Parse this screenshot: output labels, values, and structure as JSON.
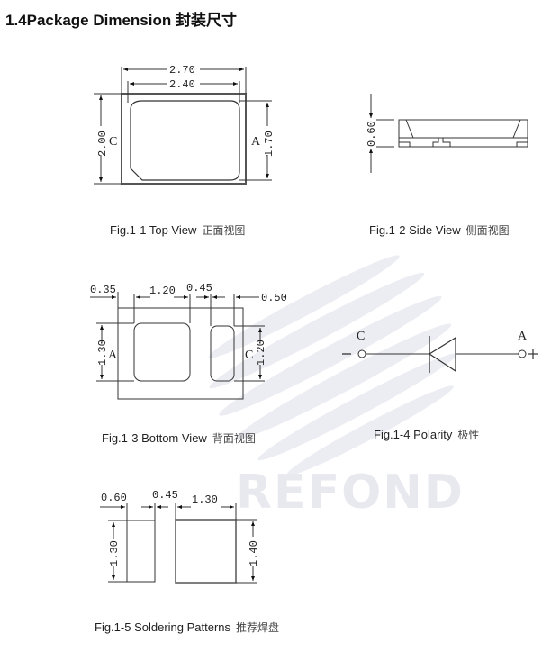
{
  "title": "1.4Package Dimension 封装尺寸",
  "watermark": {
    "text": "REFOND",
    "color": "#e6e6ee"
  },
  "figures": [
    {
      "id": "fig-1-1",
      "caption_en": "Fig.1-1 Top View",
      "caption_cn": "正面视图",
      "dimensions": {
        "outer_width": "2.70",
        "inner_width": "2.40",
        "outer_height": "2.00",
        "inner_height": "1.70"
      },
      "labels": {
        "left": "C",
        "right": "A"
      }
    },
    {
      "id": "fig-1-2",
      "caption_en": "Fig.1-2 Side View",
      "caption_cn": "侧面视图",
      "dimensions": {
        "height": "0.60"
      }
    },
    {
      "id": "fig-1-3",
      "caption_en": "Fig.1-3 Bottom View",
      "caption_cn": "背面视图",
      "dimensions": {
        "left_margin": "0.35",
        "pad_a_width": "1.20",
        "gap": "0.45",
        "right_margin": "0.50",
        "pad_a_height": "1.30",
        "pad_c_height": "1.20"
      },
      "labels": {
        "left": "A",
        "right": "C"
      }
    },
    {
      "id": "fig-1-4",
      "caption_en": "Fig.1-4 Polarity",
      "caption_cn": "极性",
      "labels": {
        "cathode": "C",
        "anode": "A",
        "minus": "−",
        "plus": "+"
      }
    },
    {
      "id": "fig-1-5",
      "caption_en": "Fig.1-5 Soldering Patterns",
      "caption_cn": "推荐焊盘",
      "dimensions": {
        "small_pad_width": "0.60",
        "gap": "0.45",
        "large_pad_width": "1.30",
        "small_pad_height": "1.30",
        "large_pad_height": "1.40"
      }
    }
  ]
}
